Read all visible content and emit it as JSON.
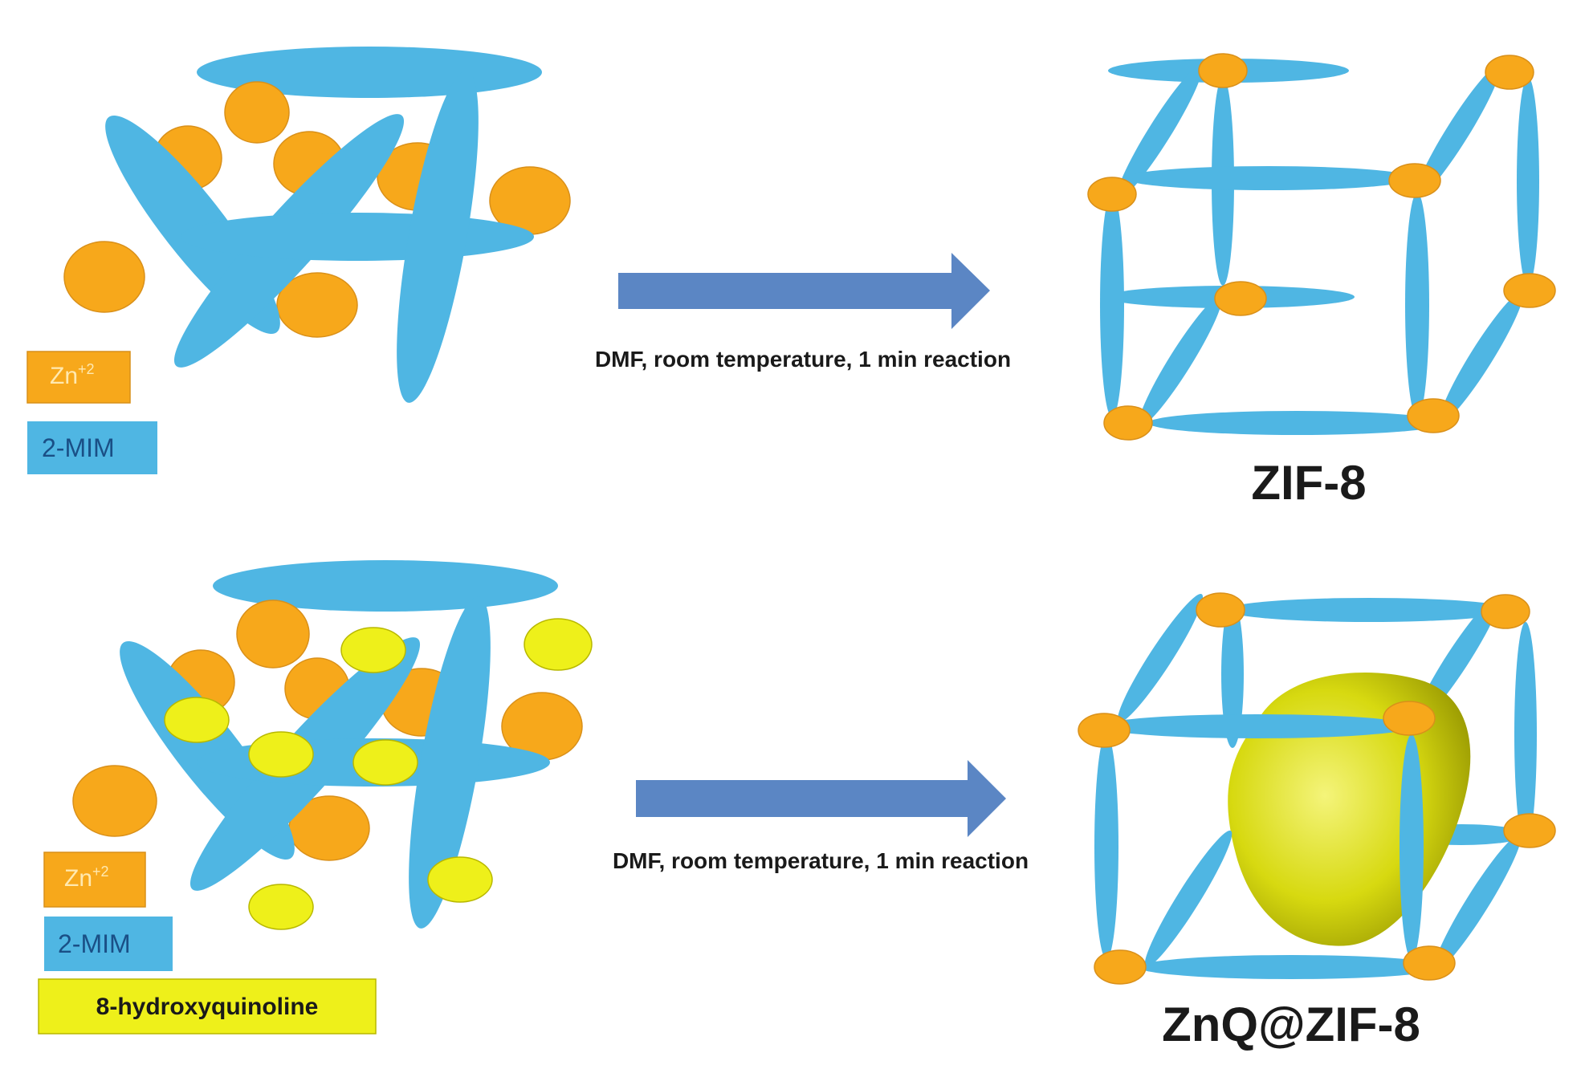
{
  "colors": {
    "zinc": "#f7a81b",
    "zinc_stroke": "#d9901a",
    "linker": "#4fb6e3",
    "hq": "#eef01a",
    "hq_stroke": "#b8b800",
    "arrow": "#5b86c4",
    "zinc_label_text": "#ffe9b0",
    "mim_label_text": "#1a4f86",
    "hq_label_text": "#1a1a1a"
  },
  "top_panel": {
    "legend": {
      "zinc_label": "Zn",
      "zinc_charge": "+2",
      "mim_label": "2-MIM"
    },
    "arrow_caption": "DMF, room temperature, 1 min reaction",
    "product_label": "ZIF-8"
  },
  "bottom_panel": {
    "legend": {
      "zinc_label": "Zn",
      "zinc_charge": "+2",
      "mim_label": "2-MIM",
      "hq_label": "8-hydroxyquinoline"
    },
    "arrow_caption": "DMF, room temperature, 1 min reaction",
    "product_label": "ZnQ@ZIF-8"
  }
}
